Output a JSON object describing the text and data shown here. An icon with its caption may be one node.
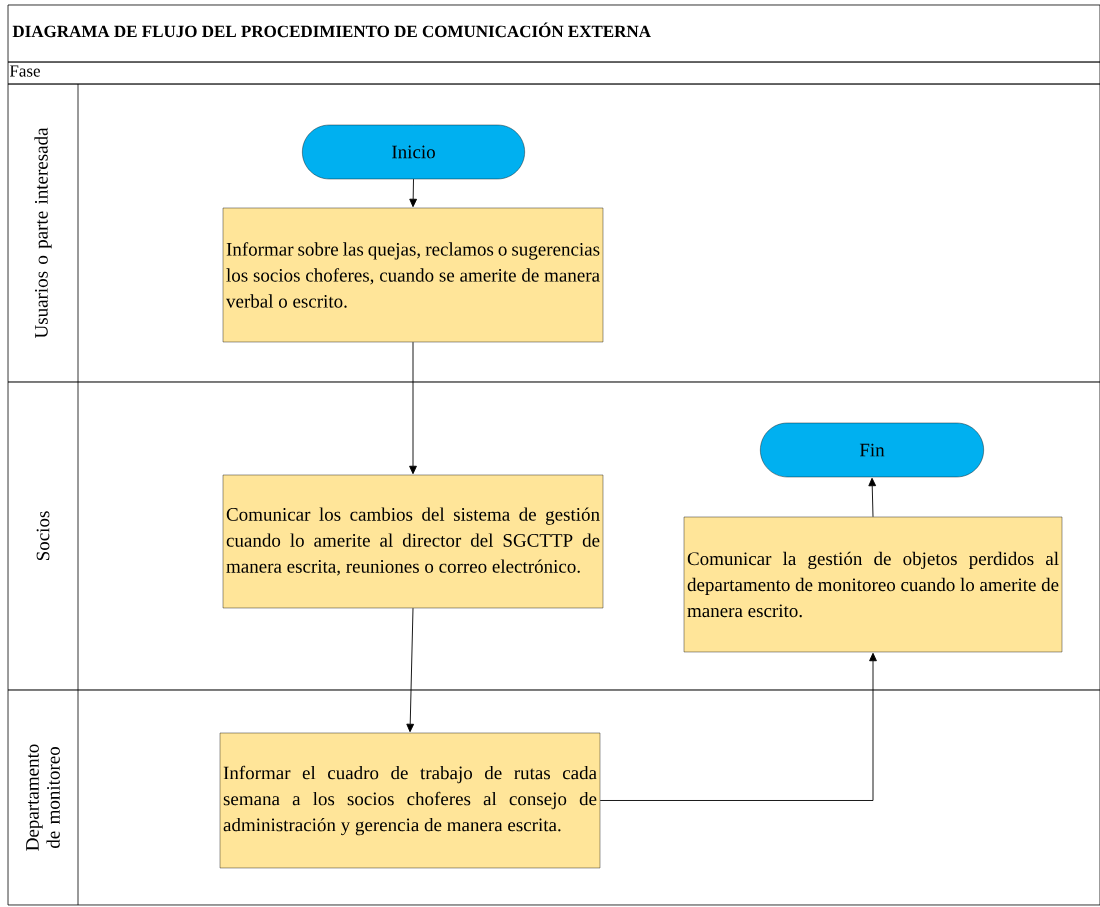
{
  "diagram": {
    "title": "DIAGRAMA DE FLUJO DEL PROCEDIMIENTO DE COMUNICACIÓN EXTERNA",
    "nodes": [
      {
        "text": [
          "Usuarios o parte interesada"
        ]
      },
      {
        "text": [
          "Inicio"
        ],
        "in": 0
      },
      {
        "text": [
          "Informar sobre las quejas, reclamos o sugerencias los socios choferes, cuando se amerite de manera verbal o escrito."
        ],
        "in": 0
      },
      {
        "text": [
          "Socios"
        ]
      },
      {
        "text": [
          "Comunicar los cambios del sistema de gestión cuando lo amerite al director del SGCTTP de manera escrita, reuniones o correo electrónico."
        ],
        "in": 3
      },
      {
        "text": [
          "Fin"
        ],
        "in": 3
      },
      {
        "text": [
          "Comunicar la gestión de objetos perdidos al departamento de monitoreo cuando lo amerite de manera escrito."
        ],
        "in": 3
      },
      {
        "text": [
          "Departamento de monitoreo"
        ]
      },
      {
        "text": [
          "Informar el cuadro de trabajo de rutas cada semana a los socios choferes al consejo de administración y gerencia de manera escrita."
        ],
        "in": 7
      }
    ],
    "edges": [
      {
        "from": 1,
        "to": 2,
        "arrow": "to"
      },
      {
        "from": 2,
        "to": 4,
        "arrow": "to"
      },
      {
        "from": 4,
        "to": 8,
        "arrow": "to"
      },
      {
        "from": 8,
        "to": 6,
        "arrow": "to"
      },
      {
        "from": 6,
        "to": 5,
        "arrow": "to"
      }
    ],
    "labels": [
      "Fase"
    ]
  }
}
